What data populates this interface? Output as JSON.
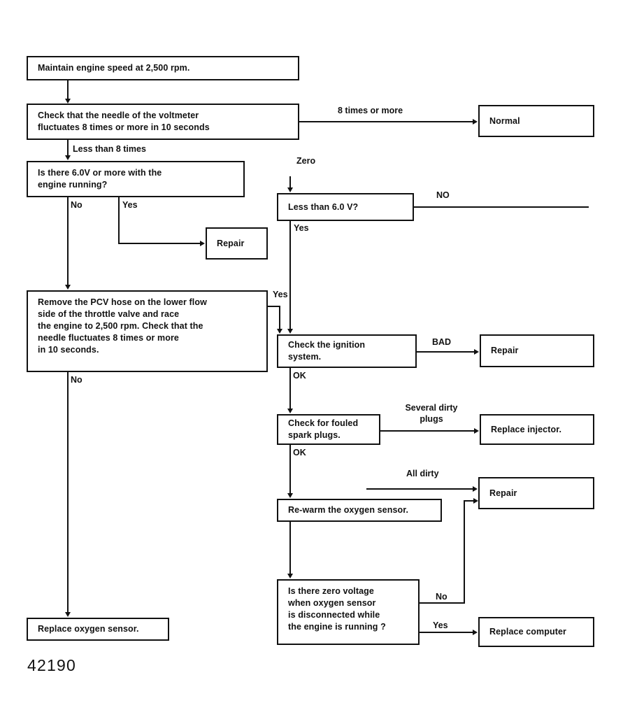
{
  "diagram": {
    "title_id": "42190",
    "line_color": "#111111",
    "background_color": "#ffffff",
    "nodes": {
      "maintain_speed": "Maintain engine speed at 2,500 rpm.",
      "check_needle": "Check that the needle of the voltmeter\nfluctuates 8 times or more in 10 seconds",
      "normal": "Normal",
      "is_there_60v": "Is there 6.0V or more with the\nengine running?",
      "repair_1": "Repair",
      "less_than_60v": "Less than 6.0 V?",
      "remove_pcv": "Remove the PCV hose on the lower flow\nside of the throttle valve and race\nthe engine to 2,500 rpm. Check that the\nneedle fluctuates 8 times or more\nin 10 seconds.",
      "check_ignition": "Check the ignition\nsystem.",
      "repair_2": "Repair",
      "check_fouled_plugs": "Check for fouled\nspark plugs.",
      "replace_injector": "Replace injector.",
      "rewarm_sensor": "Re-warm the oxygen sensor.",
      "repair_3": "Repair",
      "zero_voltage_question": "Is there zero voltage\nwhen oxygen sensor\nis disconnected while\nthe engine is running ?",
      "replace_computer": "Replace computer",
      "replace_oxygen_sensor": "Replace oxygen sensor."
    },
    "edge_labels": {
      "eight_times_or_more": "8 times or more",
      "less_than_8_times": "Less than 8 times",
      "no_1": "No",
      "yes_1": "Yes",
      "zero": "Zero",
      "no_upper": "NO",
      "yes_2": "Yes",
      "yes_pcv": "Yes",
      "no_pcv": "No",
      "bad": "BAD",
      "ok_1": "OK",
      "several_dirty_plugs": "Several dirty\nplugs",
      "ok_2": "OK",
      "all_dirty": "All dirty",
      "no_bottom": "No",
      "yes_bottom": "Yes"
    }
  }
}
